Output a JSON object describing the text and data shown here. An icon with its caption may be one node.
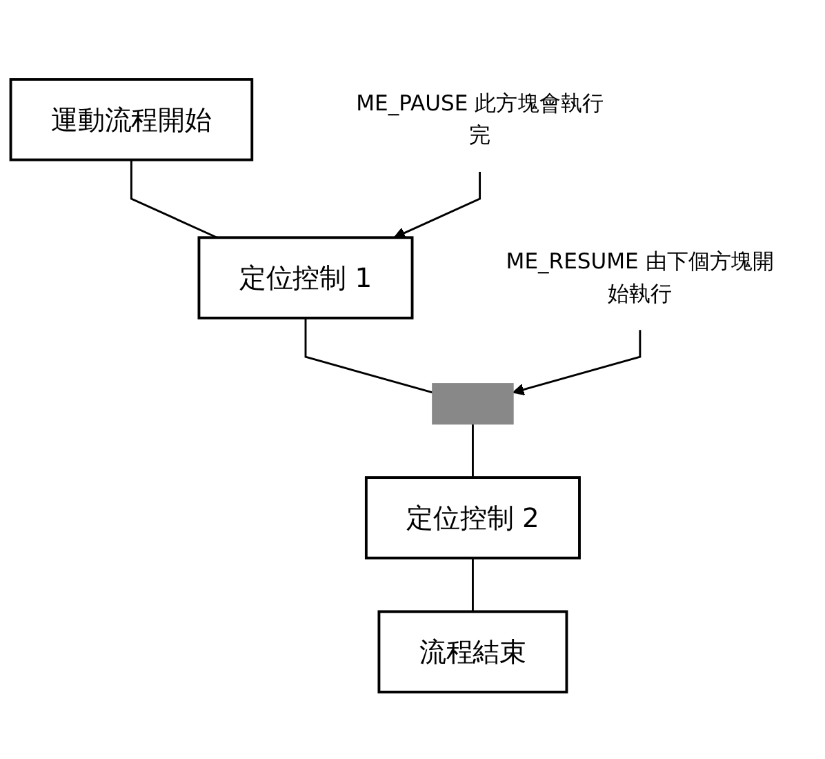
{
  "diagram": {
    "nodes": [
      {
        "text": [
          "運動流程開始"
        ]
      },
      {
        "text": [
          "定位控制 1"
        ]
      },
      {
        "text": [
          "定位控制 2"
        ]
      },
      {
        "text": [
          "流程結束"
        ]
      },
      {
        "text": [
          "ME_PAUSE 此方塊會執行完"
        ]
      },
      {
        "text": [
          "ME_RESUME 由下個方塊開始執行"
        ]
      },
      {
        "text": [],
        "shape": "bar"
      }
    ],
    "edges": [
      {
        "from": 0,
        "to": 1,
        "arrow": "none"
      },
      {
        "from": 4,
        "to": 1,
        "arrow": "to"
      },
      {
        "from": 1,
        "to": 6,
        "arrow": "none"
      },
      {
        "from": 5,
        "to": 6,
        "arrow": "to"
      },
      {
        "from": 6,
        "to": 2,
        "arrow": "none"
      },
      {
        "from": 2,
        "to": 3,
        "arrow": "none"
      }
    ]
  }
}
